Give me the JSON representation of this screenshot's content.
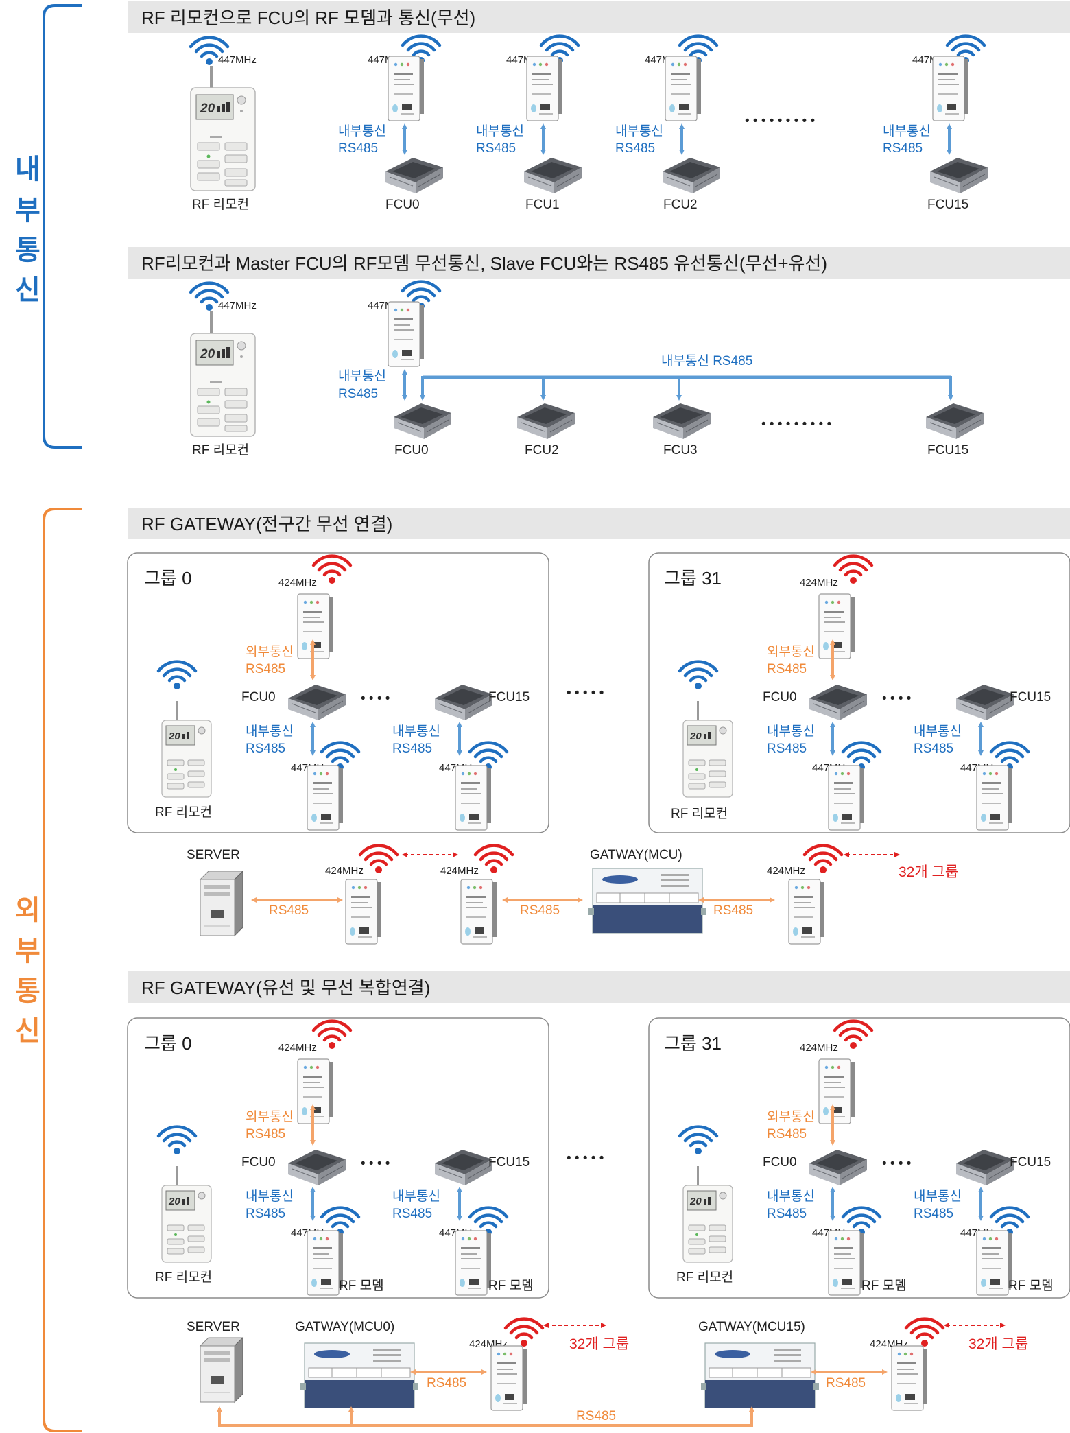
{
  "side_labels": {
    "internal": [
      "내",
      "부",
      "통",
      "신"
    ],
    "external": [
      "외",
      "부",
      "통",
      "신"
    ]
  },
  "sections": {
    "s1_title": "RF 리모컨으로 FCU의 RF 모뎀과 통신(무선)",
    "s2_title": "RF리모컨과 Master FCU의 RF모뎀 무선통신, Slave FCU와는 RS485 유선통신(무선+유선)",
    "s3_title": "RF GATEWAY(전구간 무선 연결)",
    "s4_title": "RF GATEWAY(유선 및 무선 복합연결)"
  },
  "labels": {
    "freq_447": "447MHz",
    "freq_424": "424MHz",
    "rf_remote": "RF 리모컨",
    "internal_comm": "내부통신",
    "external_comm": "외부통신",
    "rs485": "RS485",
    "internal_comm_rs485": "내부통신 RS485",
    "group_0": "그룹 0",
    "group_31": "그룹 31",
    "server": "SERVER",
    "gateway_mcu": "GATWAY(MCU)",
    "gateway_mcu0": "GATWAY(MCU0)",
    "gateway_mcu15": "GATWAY(MCU15)",
    "groups_32": "32개 그룹",
    "rf_modem": "RF 모뎀",
    "dots_long": "• • • • • • • • •",
    "dots_short": "• • • •",
    "dots_mid": "• • • • •"
  },
  "fcus": {
    "s1": [
      "FCU0",
      "FCU1",
      "FCU2",
      "FCU15"
    ],
    "s2": [
      "FCU0",
      "FCU2",
      "FCU3",
      "FCU15"
    ],
    "group": [
      "FCU0",
      "FCU15"
    ]
  },
  "colors": {
    "internal": "#1f6fc0",
    "external": "#f08a3a",
    "rf_447": "#1f6fc0",
    "rf_424": "#e02020",
    "header_bg": "#e6e6e6"
  }
}
